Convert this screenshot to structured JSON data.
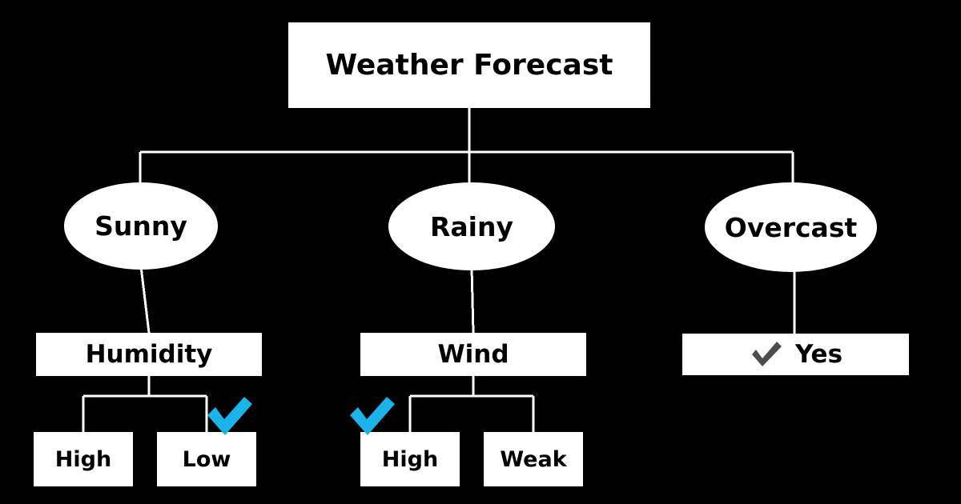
{
  "diagram": {
    "title": "Weather Forecast",
    "type": "decision-tree",
    "background_color": "#000000",
    "node_fill_color": "#ffffff",
    "node_text_color": "#000000",
    "edge_color": "#ffffff",
    "check_highlight_color": "#1ab4ea",
    "check_neutral_color": "#4d4d4d",
    "root": {
      "label": "Weather Forecast",
      "shape": "rectangle"
    },
    "branches": [
      {
        "label": "Sunny",
        "shape": "ellipse",
        "child": {
          "label": "Humidity",
          "shape": "rectangle",
          "leaves": [
            {
              "label": "High",
              "shape": "rectangle",
              "checked": false
            },
            {
              "label": "Low",
              "shape": "rectangle",
              "checked": true,
              "check_color": "#1ab4ea"
            }
          ]
        }
      },
      {
        "label": "Rainy",
        "shape": "ellipse",
        "child": {
          "label": "Wind",
          "shape": "rectangle",
          "leaves": [
            {
              "label": "High",
              "shape": "rectangle",
              "checked": true,
              "check_color": "#1ab4ea"
            },
            {
              "label": "Weak",
              "shape": "rectangle",
              "checked": false
            }
          ]
        }
      },
      {
        "label": "Overcast",
        "shape": "ellipse",
        "child": {
          "label": "Yes",
          "shape": "rectangle",
          "checked": true,
          "check_color": "#4d4d4d",
          "leaves": []
        }
      }
    ],
    "icons": {
      "check": "check-icon"
    }
  }
}
